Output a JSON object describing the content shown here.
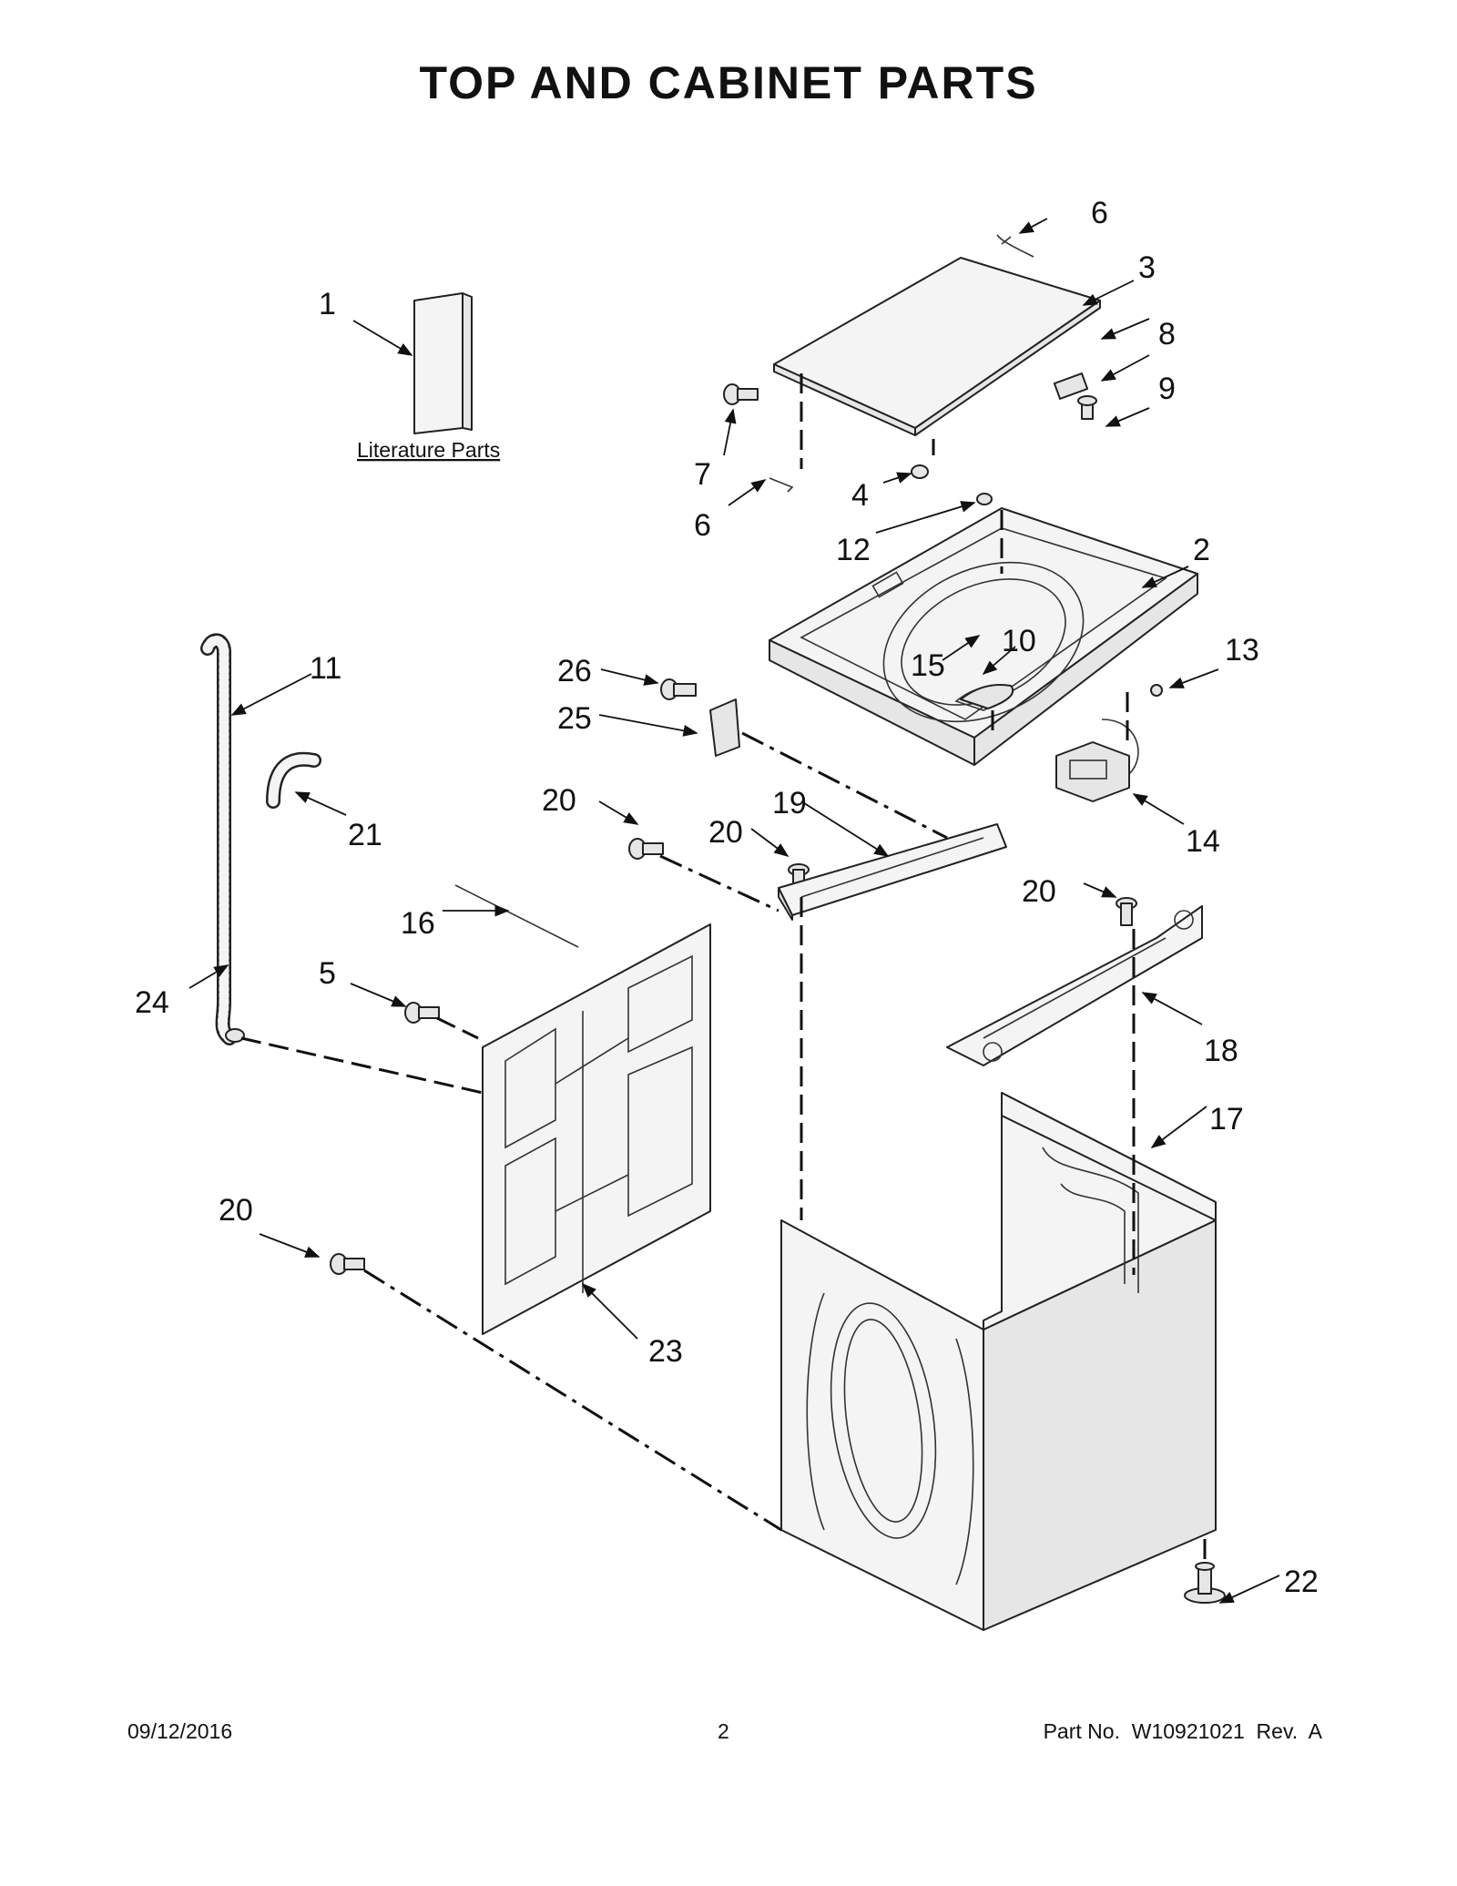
{
  "title": "TOP AND CABINET PARTS",
  "literature_label": "Literature Parts",
  "footer": {
    "date": "09/12/2016",
    "page": "2",
    "part_number": "Part No.  W10921021  Rev.  A"
  },
  "callouts": [
    {
      "id": "c1",
      "text": "1"
    },
    {
      "id": "c2",
      "text": "2"
    },
    {
      "id": "c3",
      "text": "3"
    },
    {
      "id": "c4",
      "text": "4"
    },
    {
      "id": "c5",
      "text": "5"
    },
    {
      "id": "c6a",
      "text": "6"
    },
    {
      "id": "c6b",
      "text": "6"
    },
    {
      "id": "c7",
      "text": "7"
    },
    {
      "id": "c8",
      "text": "8"
    },
    {
      "id": "c9",
      "text": "9"
    },
    {
      "id": "c10",
      "text": "10"
    },
    {
      "id": "c11",
      "text": "11"
    },
    {
      "id": "c12",
      "text": "12"
    },
    {
      "id": "c13",
      "text": "13"
    },
    {
      "id": "c14",
      "text": "14"
    },
    {
      "id": "c15",
      "text": "15"
    },
    {
      "id": "c16",
      "text": "16"
    },
    {
      "id": "c17",
      "text": "17"
    },
    {
      "id": "c18",
      "text": "18"
    },
    {
      "id": "c19",
      "text": "19"
    },
    {
      "id": "c20a",
      "text": "20"
    },
    {
      "id": "c20b",
      "text": "20"
    },
    {
      "id": "c20c",
      "text": "20"
    },
    {
      "id": "c20d",
      "text": "20"
    },
    {
      "id": "c21",
      "text": "21"
    },
    {
      "id": "c22",
      "text": "22"
    },
    {
      "id": "c23",
      "text": "23"
    },
    {
      "id": "c24",
      "text": "24"
    },
    {
      "id": "c25",
      "text": "25"
    },
    {
      "id": "c26",
      "text": "26"
    }
  ]
}
